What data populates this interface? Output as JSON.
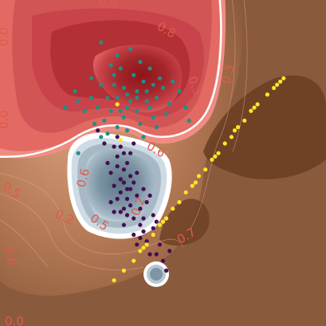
{
  "chart_data": {
    "type": "scatter",
    "title": "",
    "xlabel": "",
    "ylabel": "",
    "xlim": [
      0,
      1
    ],
    "ylim": [
      0,
      1
    ],
    "grid": false,
    "background": "filled contour map of a decision function",
    "colors": {
      "outer_brown": "#8a5a3c",
      "dark_brown": "#6b3f23",
      "mid_brown": "#a8704f",
      "red_outer": "#e26a62",
      "red_mid": "#c9444a",
      "red_core": "#9b1c1f",
      "blue_outer": "#bccbd6",
      "blue_mid": "#90a5b3",
      "blue_core": "#5d7686",
      "teal_points": "#1f8f86",
      "purple_points": "#440d54",
      "yellow_points": "#fde725",
      "contour_label": "#e05a4c",
      "boundary": "#ffffff"
    },
    "contour_labels": [
      "0.0",
      "0.0",
      "0.0",
      "0.8",
      "0.3",
      "0.3",
      "0.6",
      "0.6",
      "0.5",
      "0.5",
      "0.2",
      "0.2",
      "0.6",
      "0.0",
      "0.7"
    ],
    "series": [
      {
        "color": "teal",
        "cluster": "upper blob",
        "points": [
          [
            0.37,
            0.66
          ],
          [
            0.39,
            0.71
          ],
          [
            0.42,
            0.72
          ],
          [
            0.33,
            0.7
          ],
          [
            0.46,
            0.67
          ],
          [
            0.48,
            0.7
          ],
          [
            0.35,
            0.74
          ],
          [
            0.41,
            0.77
          ],
          [
            0.5,
            0.73
          ],
          [
            0.44,
            0.75
          ],
          [
            0.3,
            0.67
          ],
          [
            0.38,
            0.64
          ],
          [
            0.43,
            0.62
          ],
          [
            0.47,
            0.64
          ],
          [
            0.36,
            0.61
          ],
          [
            0.32,
            0.63
          ],
          [
            0.28,
            0.7
          ],
          [
            0.52,
            0.68
          ],
          [
            0.4,
            0.69
          ],
          [
            0.45,
            0.69
          ],
          [
            0.34,
            0.66
          ],
          [
            0.31,
            0.74
          ],
          [
            0.49,
            0.76
          ],
          [
            0.37,
            0.79
          ],
          [
            0.43,
            0.81
          ],
          [
            0.39,
            0.6
          ],
          [
            0.26,
            0.66
          ],
          [
            0.55,
            0.72
          ],
          [
            0.35,
            0.77
          ],
          [
            0.42,
            0.66
          ],
          [
            0.29,
            0.62
          ],
          [
            0.46,
            0.79
          ],
          [
            0.51,
            0.65
          ],
          [
            0.24,
            0.69
          ],
          [
            0.44,
            0.58
          ],
          [
            0.33,
            0.59
          ],
          [
            0.38,
            0.73
          ],
          [
            0.48,
            0.61
          ],
          [
            0.57,
            0.67
          ],
          [
            0.36,
            0.83
          ],
          [
            0.2,
            0.67
          ],
          [
            0.23,
            0.72
          ],
          [
            0.53,
            0.75
          ],
          [
            0.4,
            0.85
          ],
          [
            0.31,
            0.58
          ],
          [
            0.47,
            0.74
          ],
          [
            0.28,
            0.76
          ],
          [
            0.36,
            0.7
          ],
          [
            0.42,
            0.7
          ],
          [
            0.58,
            0.63
          ],
          [
            0.24,
            0.53
          ],
          [
            0.31,
            0.87
          ],
          [
            0.34,
            0.8
          ],
          [
            0.45,
            0.72
          ],
          [
            0.39,
            0.67
          ]
        ]
      },
      {
        "color": "purple",
        "cluster": "lower blob",
        "points": [
          [
            0.37,
            0.45
          ],
          [
            0.39,
            0.42
          ],
          [
            0.36,
            0.39
          ],
          [
            0.4,
            0.37
          ],
          [
            0.38,
            0.48
          ],
          [
            0.41,
            0.44
          ],
          [
            0.35,
            0.43
          ],
          [
            0.37,
            0.35
          ],
          [
            0.42,
            0.4
          ],
          [
            0.39,
            0.5
          ],
          [
            0.34,
            0.47
          ],
          [
            0.43,
            0.36
          ],
          [
            0.36,
            0.52
          ],
          [
            0.41,
            0.33
          ],
          [
            0.44,
            0.42
          ],
          [
            0.38,
            0.31
          ],
          [
            0.35,
            0.55
          ],
          [
            0.4,
            0.46
          ],
          [
            0.33,
            0.5
          ],
          [
            0.45,
            0.38
          ],
          [
            0.37,
            0.41
          ],
          [
            0.42,
            0.47
          ],
          [
            0.39,
            0.39
          ],
          [
            0.38,
            0.36
          ],
          [
            0.43,
            0.31
          ],
          [
            0.36,
            0.58
          ],
          [
            0.32,
            0.56
          ],
          [
            0.44,
            0.29
          ],
          [
            0.4,
            0.53
          ],
          [
            0.47,
            0.34
          ],
          [
            0.34,
            0.38
          ],
          [
            0.41,
            0.28
          ],
          [
            0.38,
            0.44
          ],
          [
            0.3,
            0.6
          ],
          [
            0.46,
            0.4
          ],
          [
            0.42,
            0.25
          ],
          [
            0.48,
            0.22
          ],
          [
            0.5,
            0.2
          ],
          [
            0.45,
            0.26
          ],
          [
            0.47,
            0.3
          ],
          [
            0.36,
            0.49
          ],
          [
            0.4,
            0.42
          ],
          [
            0.48,
            0.32
          ],
          [
            0.43,
            0.27
          ],
          [
            0.46,
            0.22
          ],
          [
            0.49,
            0.25
          ],
          [
            0.37,
            0.55
          ],
          [
            0.44,
            0.33
          ],
          [
            0.51,
            0.17
          ],
          [
            0.52,
            0.23
          ],
          [
            0.35,
            0.35
          ],
          [
            0.41,
            0.56
          ],
          [
            0.38,
            0.53
          ],
          [
            0.39,
            0.34
          ]
        ]
      },
      {
        "color": "yellow",
        "cluster": "diagonal line",
        "points": [
          [
            0.35,
            0.14
          ],
          [
            0.38,
            0.17
          ],
          [
            0.41,
            0.2
          ],
          [
            0.43,
            0.23
          ],
          [
            0.45,
            0.25
          ],
          [
            0.47,
            0.28
          ],
          [
            0.49,
            0.31
          ],
          [
            0.51,
            0.33
          ],
          [
            0.53,
            0.36
          ],
          [
            0.55,
            0.38
          ],
          [
            0.57,
            0.41
          ],
          [
            0.59,
            0.43
          ],
          [
            0.61,
            0.46
          ],
          [
            0.63,
            0.48
          ],
          [
            0.65,
            0.51
          ],
          [
            0.67,
            0.53
          ],
          [
            0.69,
            0.56
          ],
          [
            0.71,
            0.58
          ],
          [
            0.73,
            0.61
          ],
          [
            0.75,
            0.63
          ],
          [
            0.77,
            0.66
          ],
          [
            0.79,
            0.68
          ],
          [
            0.82,
            0.71
          ],
          [
            0.85,
            0.74
          ],
          [
            0.87,
            0.76
          ],
          [
            0.36,
            0.68
          ],
          [
            0.37,
            0.57
          ],
          [
            0.44,
            0.24
          ],
          [
            0.5,
            0.32
          ],
          [
            0.6,
            0.44
          ],
          [
            0.66,
            0.52
          ],
          [
            0.72,
            0.6
          ],
          [
            0.78,
            0.67
          ],
          [
            0.84,
            0.73
          ],
          [
            0.86,
            0.75
          ]
        ]
      }
    ]
  }
}
